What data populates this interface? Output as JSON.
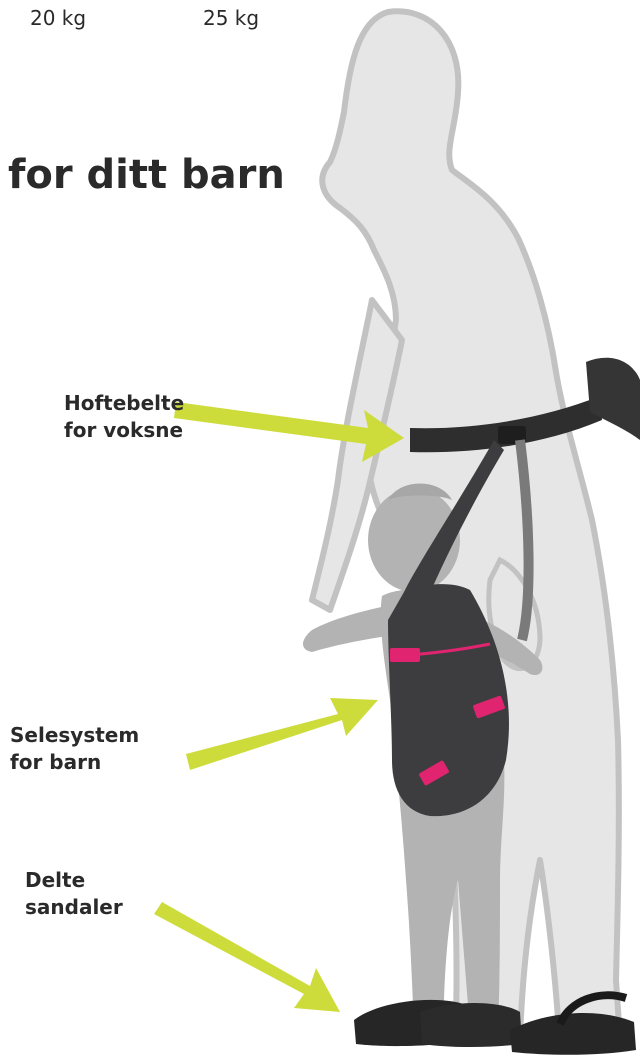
{
  "weights": [
    "20 kg",
    "25 kg"
  ],
  "headline": "for ditt barn",
  "labels": {
    "hip_belt": [
      "Hoftebelte",
      "for voksne"
    ],
    "child_harness": [
      "Selesystem",
      "for barn"
    ],
    "sandals": [
      "Delte",
      "sandaler"
    ]
  },
  "colors": {
    "arrow": "#cddc3a",
    "adult_fill": "#e6e6e6",
    "adult_outline": "#c2c2c2",
    "child_fill": "#b3b3b3",
    "harness": "#3d3d3f",
    "harness_accent": "#e0246f",
    "text": "#2a2a2a"
  },
  "icons": [
    "adult-silhouette-icon",
    "child-silhouette-icon",
    "harness-icon",
    "hip-belt-icon",
    "sandal-icon",
    "arrow-icon"
  ]
}
